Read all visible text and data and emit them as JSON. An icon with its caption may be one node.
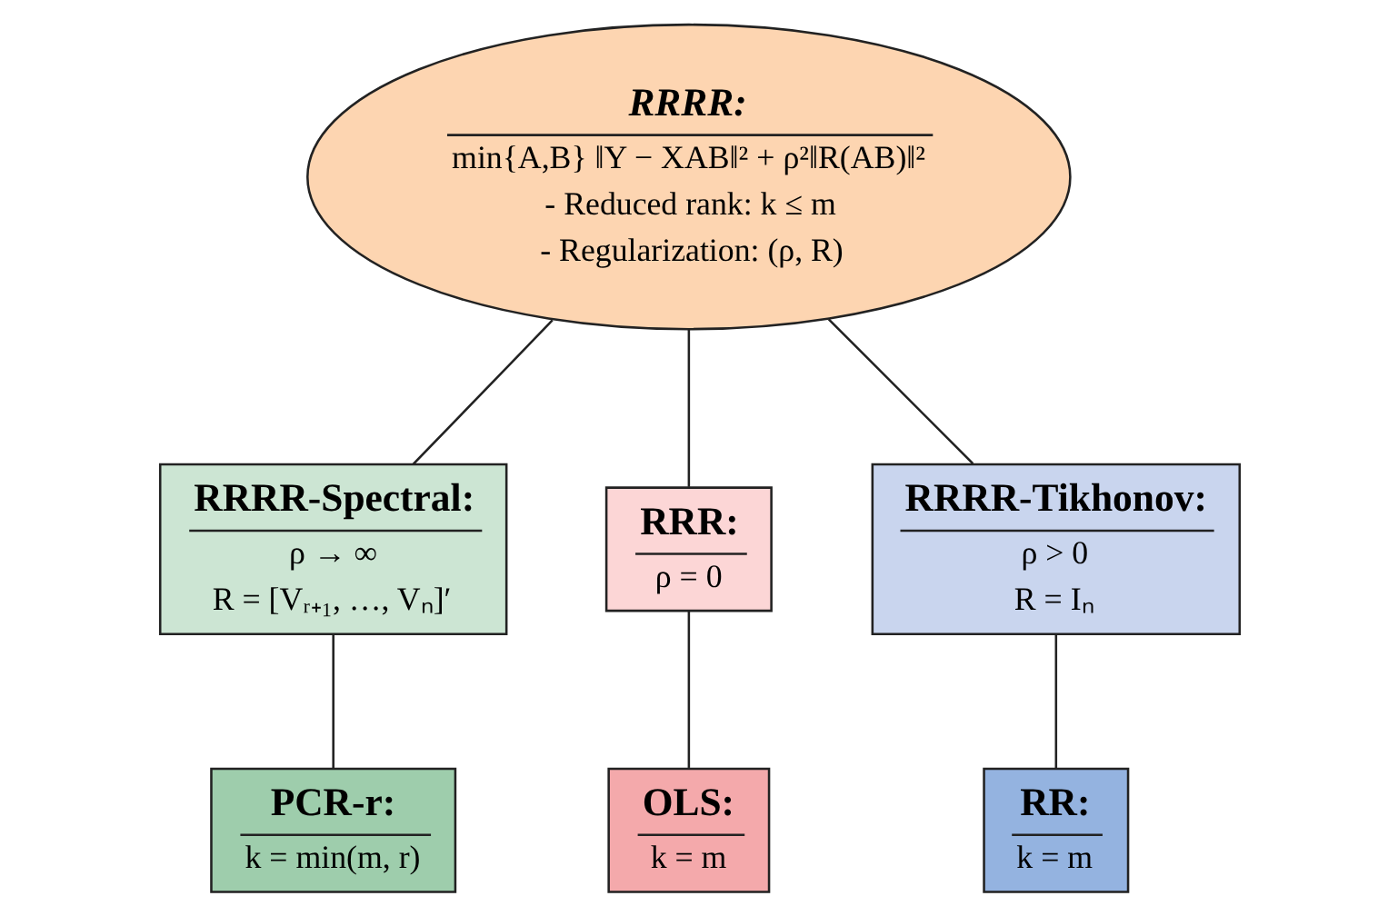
{
  "diagram": {
    "nodes": [
      {
        "text": [
          "RRRR:",
          "min{A,B} ‖Y − XAB‖² + ρ²‖R(AB)‖²",
          "- Reduced rank: k ≤ m",
          "- Regularization: (ρ, R)"
        ]
      },
      {
        "text": [
          "RRRR-Spectral:",
          "ρ → ∞",
          "R = [Vᵣ₊₁, …, Vₙ]′"
        ]
      },
      {
        "text": [
          "RRR:",
          "ρ = 0"
        ]
      },
      {
        "text": [
          "RRRR-Tikhonov:",
          "ρ > 0",
          "R = Iₙ"
        ]
      },
      {
        "text": [
          "PCR-r:",
          "k = min(m, r)"
        ]
      },
      {
        "text": [
          "OLS:",
          "k = m"
        ]
      },
      {
        "text": [
          "RR:",
          "k = m"
        ]
      }
    ],
    "edges": [
      {
        "from": 0,
        "to": 1,
        "arrow": "none"
      },
      {
        "from": 0,
        "to": 2,
        "arrow": "none"
      },
      {
        "from": 0,
        "to": 3,
        "arrow": "none"
      },
      {
        "from": 1,
        "to": 4,
        "arrow": "none"
      },
      {
        "from": 2,
        "to": 5,
        "arrow": "none"
      },
      {
        "from": 3,
        "to": 6,
        "arrow": "none"
      }
    ]
  }
}
